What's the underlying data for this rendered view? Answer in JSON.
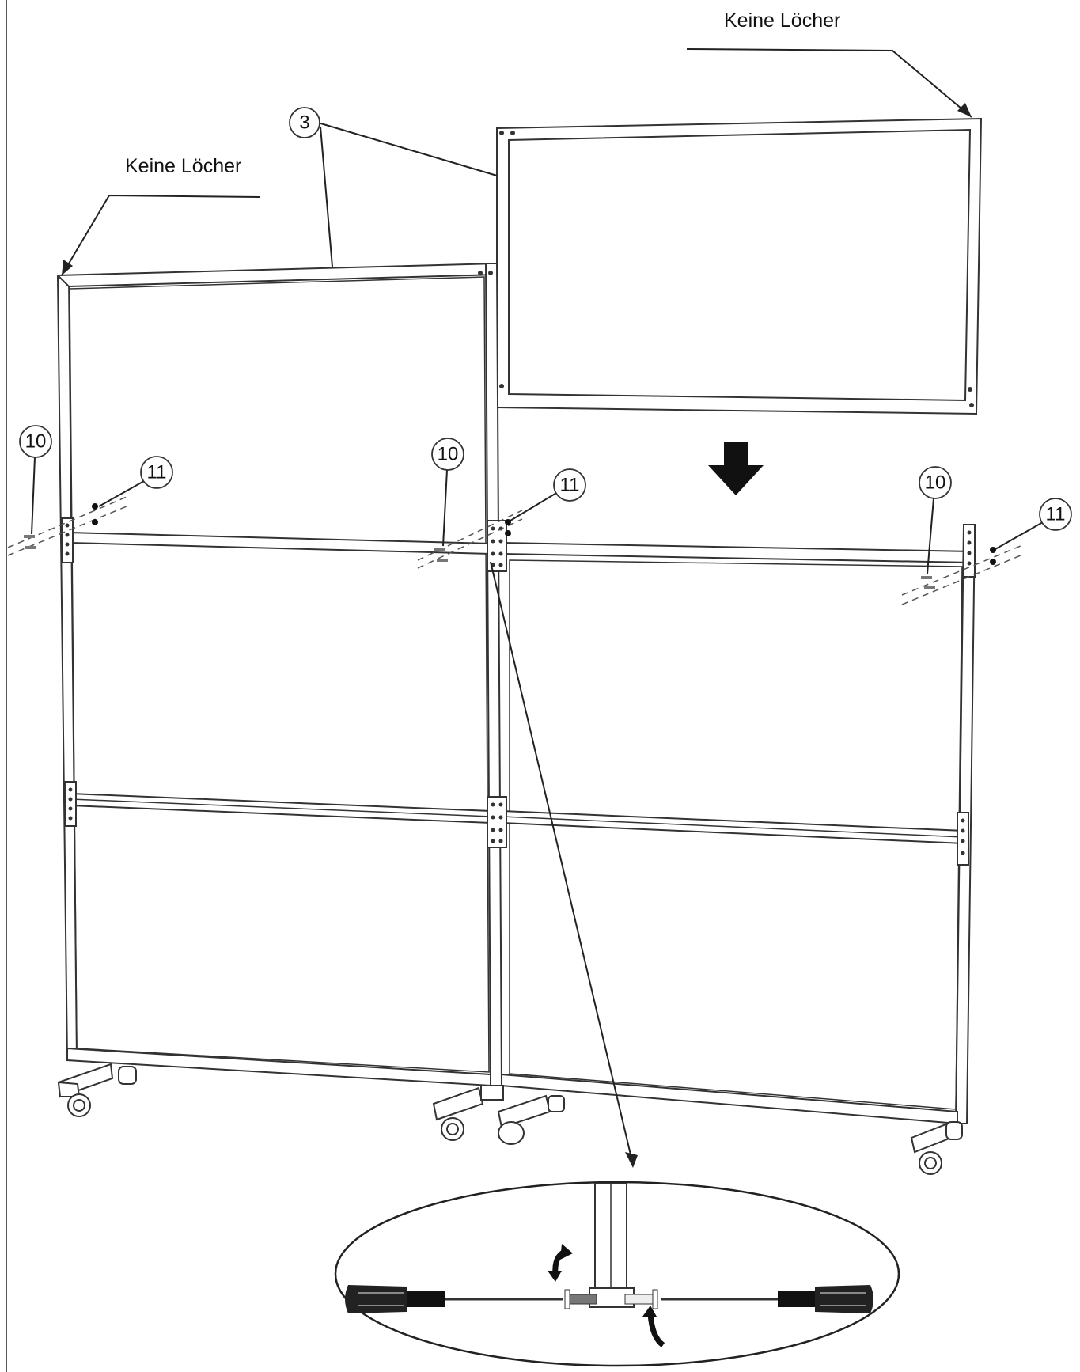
{
  "labels": {
    "no_holes_top": "Keine  Löcher",
    "no_holes_left": "Keine  Löcher"
  },
  "parts": {
    "part_3": "3",
    "part_10_left": "10",
    "part_10_mid": "10",
    "part_10_right": "10",
    "part_11_left": "11",
    "part_11_mid": "11",
    "part_11_right": "11"
  },
  "icons": {
    "down_arrow": "down-arrow-icon",
    "rotate_counterclockwise": "rotate-arrow-icon",
    "rotate_clockwise": "rotate-arrow-icon",
    "screwdriver": "screwdriver-icon",
    "caster_wheel": "caster-wheel-icon"
  },
  "colors": {
    "line": "#333333",
    "background": "#ffffff"
  }
}
